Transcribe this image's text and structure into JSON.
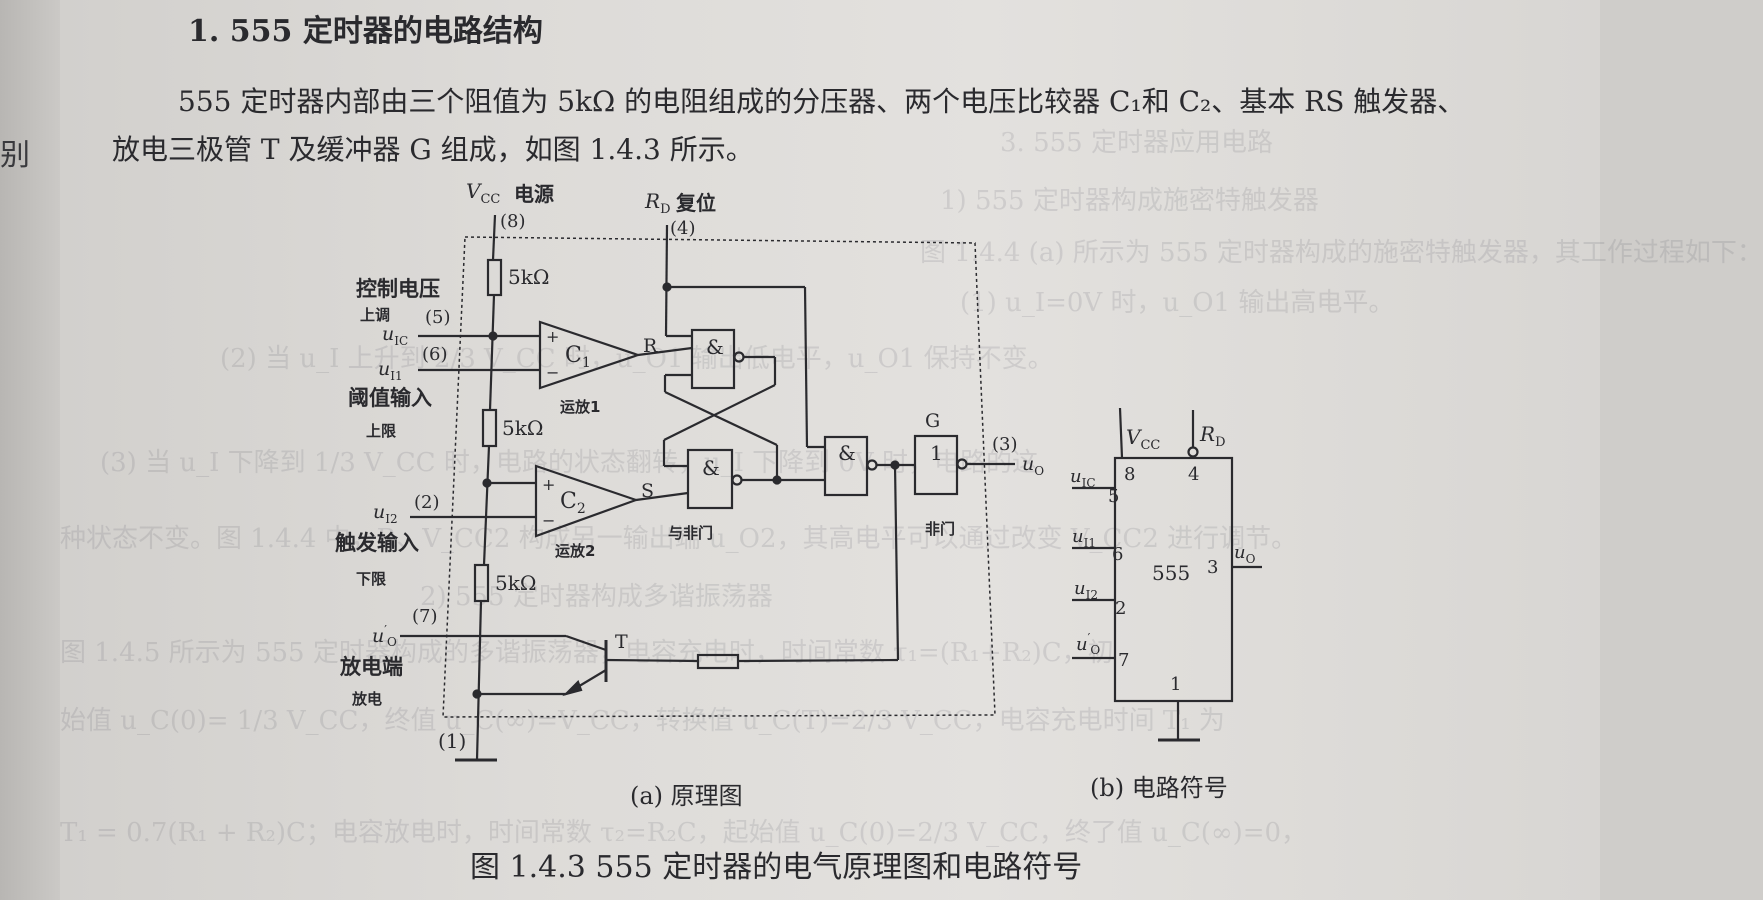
{
  "margin_text": "别",
  "heading": "1. 555 定时器的电路结构",
  "paragraph": "555 定时器内部由三个阻值为 5kΩ 的电阻组成的分压器、两个电压比较器 C₁和 C₂、基本 RS 触发器、放电三极管 T 及缓冲器 G 组成，如图 1.4.3 所示。",
  "ghost_lines": [
    "3. 555 定时器应用电路",
    "1) 555 定时器构成施密特触发器",
    "图 1.4.4 (a) 所示为 555 定时器构成的施密特触发器，其工作过程如下：",
    "(1) u_I=0V 时，u_O1 输出高电平。",
    "(2) 当 u_I 上升到 2/3 V_CC 时，u_O1 输出低电平，u_O1 保持不变。",
    "(3) 当 u_I 下降到 1/3 V_CC 时，电路的状态翻转，u_I 下降到 0V 时，电路的这",
    "种状态不变。图 1.4.4 中，R、V_CC2 构成另一输出端 u_O2，其高电平可以通过改变 V_CC2 进行调节。",
    "2) 555 定时器构成多谐振荡器",
    "图 1.4.5 所示为 555 定时器构成的多谐振荡器，电容充电时，时间常数 τ₁=(R₁+R₂)C，初",
    "始值 u_C(0)= 1/3 V_CC，终值 u_C(∞)=V_CC，转换值 u_C(T)=2/3 V_CC，电容充电时间 T₁ 为",
    "T₁ = 0.7(R₁ + R₂)C；电容放电时，时间常数 τ₂=R₂C，起始值 u_C(0)=2/3 V_CC，终了值 u_C(∞)=0，"
  ],
  "diagram_a": {
    "vcc_label": "电源",
    "pin8": "(8)",
    "rd_label": "复位",
    "pin4": "(4)",
    "resistor_label": "5kΩ",
    "control_voltage": "控制电压",
    "shangtiao": "上调",
    "pin5": "(5)",
    "pin6": "(6)",
    "threshold_input": "阈值输入",
    "upper_limit": "上限",
    "comparator1_note": "运放1",
    "comparator2_note": "运放2",
    "pin2": "(2)",
    "trigger_input": "触发输入",
    "lower_limit": "下限",
    "pin7": "(7)",
    "discharge_terminal": "放电端",
    "discharge": "放电",
    "pin1": "(1)",
    "and_symbol": "&",
    "nand_note": "与非门",
    "g_label": "G",
    "not_symbol": "1",
    "not_note": "非门",
    "pin3": "(3)",
    "r_input": "R",
    "s_input": "S",
    "transistor_label": "T",
    "caption": "(a) 原理图"
  },
  "diagram_b": {
    "chip": "555",
    "pin8": "8",
    "pin4": "4",
    "pin5": "5",
    "pin6": "6",
    "pin2": "2",
    "pin7": "7",
    "pin3": "3",
    "pin1": "1",
    "caption": "(b) 电路符号"
  },
  "figure_caption": "图 1.4.3    555 定时器的电气原理图和电路符号",
  "colors": {
    "ink": "#2a2a2e",
    "paper": "#dddbd8",
    "ghost": "#3c3c46"
  }
}
